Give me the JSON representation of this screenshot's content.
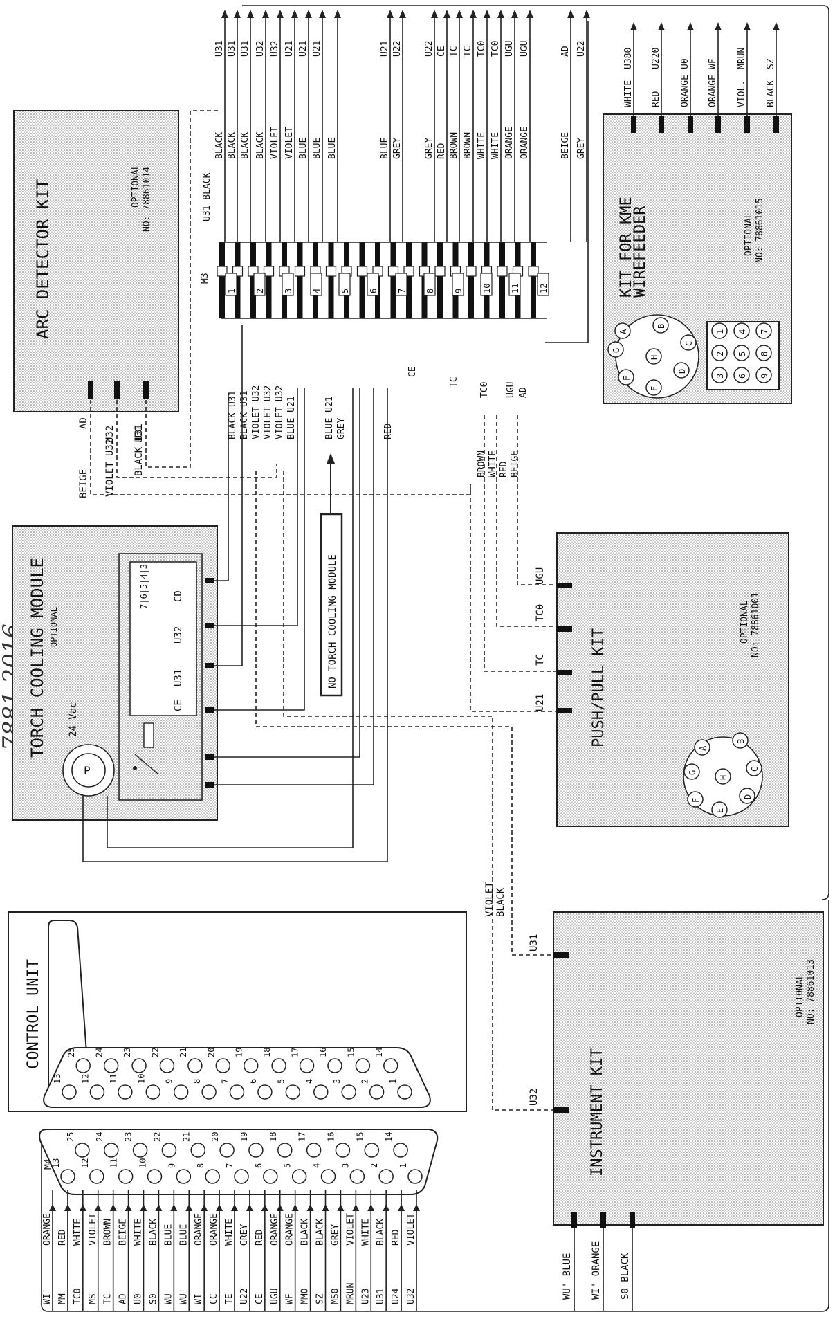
{
  "handwritten_note": "7881 2016",
  "control_unit": {
    "title": "CONTROL UNIT",
    "pins_top": [
      "13",
      "12",
      "11",
      "10",
      "9",
      "8",
      "7",
      "6",
      "5",
      "4",
      "3",
      "2",
      "1"
    ],
    "pins_bottom": [
      "25",
      "24",
      "23",
      "22",
      "21",
      "20",
      "19",
      "18",
      "17",
      "16",
      "15",
      "14"
    ]
  },
  "m4": {
    "label": "M4",
    "pins_top": [
      "13",
      "12",
      "11",
      "10",
      "9",
      "8",
      "7",
      "6",
      "5",
      "4",
      "3",
      "2",
      "1"
    ],
    "pins_bottom": [
      "25",
      "24",
      "23",
      "22",
      "21",
      "20",
      "19",
      "18",
      "17",
      "16",
      "15",
      "14"
    ],
    "wires": [
      {
        "signal": "WI'",
        "color": "ORANGE"
      },
      {
        "signal": "MM",
        "color": "RED"
      },
      {
        "signal": "TC0",
        "color": "WHITE"
      },
      {
        "signal": "MS",
        "color": "VIOLET"
      },
      {
        "signal": "TC",
        "color": "BROWN"
      },
      {
        "signal": "AD",
        "color": "BEIGE"
      },
      {
        "signal": "U0",
        "color": "WHITE"
      },
      {
        "signal": "S0",
        "color": "BLACK"
      },
      {
        "signal": "WU",
        "color": "BLUE"
      },
      {
        "signal": "WU'",
        "color": "BLUE"
      },
      {
        "signal": "WI",
        "color": "ORANGE"
      },
      {
        "signal": "CC",
        "color": "ORANGE"
      },
      {
        "signal": "TE",
        "color": "WHITE"
      },
      {
        "signal": "U22",
        "color": "GREY"
      },
      {
        "signal": "CE",
        "color": "RED"
      },
      {
        "signal": "UGU",
        "color": "ORANGE"
      },
      {
        "signal": "WF",
        "color": "ORANGE"
      },
      {
        "signal": "MM0",
        "color": "BLACK"
      },
      {
        "signal": "SZ",
        "color": "BLACK"
      },
      {
        "signal": "MS0",
        "color": "GREY"
      },
      {
        "signal": "MRUN",
        "color": "VIOLET"
      },
      {
        "signal": "U23",
        "color": "WHITE"
      },
      {
        "signal": "U31",
        "color": "BLACK"
      },
      {
        "signal": "U24",
        "color": "RED"
      },
      {
        "signal": "U32",
        "color": "VIOLET"
      }
    ]
  },
  "arc_detector": {
    "title": "ARC DETECTOR KIT",
    "optional": "OPTIONAL",
    "part_no": "NO: 78861014",
    "terminals": [
      "AD",
      "U32",
      "U31"
    ],
    "wires": [
      "BEIGE",
      "VIOLET U32",
      "BLACK U31"
    ]
  },
  "torch_cooling": {
    "title": "TORCH COOLING MODULE",
    "optional": "OPTIONAL",
    "voltage": "24 Vac",
    "pump": "P",
    "relay_pins": "7|6|5|4|3",
    "signals": [
      "CD",
      "U32",
      "U31",
      "CE"
    ]
  },
  "no_torch_label": "NO TORCH COOLING MODULE",
  "m3": {
    "label": "M3",
    "positions": [
      "1",
      "2",
      "3",
      "4",
      "5",
      "6",
      "7",
      "8",
      "9",
      "10",
      "11",
      "12"
    ],
    "left_labels": [
      "BLACK U31",
      "BLACK U31",
      "VIOLET U32",
      "VIOLET U32",
      "VIOLET U32",
      "BLUE U21",
      "BLUE U21",
      "GREY",
      "RED",
      "CE",
      "TC",
      "TC0",
      "UGU",
      "AD"
    ],
    "right_colors": [
      "BLACK",
      "BLACK",
      "BLACK",
      "BLACK",
      "VIOLET",
      "VIOLET",
      "BLUE",
      "BLUE",
      "BLUE",
      "BLUE",
      "GREY",
      "GREY",
      "RED",
      "BROWN",
      "BROWN",
      "WHITE",
      "WHITE",
      "ORANGE",
      "ORANGE",
      "BEIGE",
      "GREY"
    ],
    "right_signals": [
      "U31",
      "U31",
      "U31",
      "U32",
      "U32",
      "U21",
      "U21",
      "U21",
      "U21",
      "U22",
      "U22",
      "CE",
      "TC",
      "TC",
      "TC0",
      "TC0",
      "UGU",
      "UGU",
      "AD",
      "U22"
    ],
    "u31_black": "U31 BLACK",
    "extra_left": [
      "BROWN",
      "WHITE",
      "RED",
      "BEIGE"
    ]
  },
  "kme_kit": {
    "title": "KIT FOR KME",
    "title2": "WIREFEEDER",
    "optional": "OPTIONAL",
    "part_no": "NO: 78861015",
    "wires": [
      {
        "color": "WHITE",
        "signal": "U380"
      },
      {
        "color": "RED",
        "signal": "U220"
      },
      {
        "color": "ORANGE",
        "signal": "U0"
      },
      {
        "color": "ORANGE",
        "signal": "WF"
      },
      {
        "color": "VIOL.",
        "signal": "MRUN"
      },
      {
        "color": "BLACK",
        "signal": "SZ"
      }
    ],
    "circle_pins": [
      "A",
      "B",
      "C",
      "D",
      "E",
      "F",
      "G",
      "H"
    ],
    "grid_pins": [
      "1",
      "2",
      "3",
      "4",
      "5",
      "6",
      "7",
      "8",
      "9"
    ]
  },
  "push_pull": {
    "title": "PUSH/PULL KIT",
    "optional": "OPTIONAL",
    "part_no": "NO: 78861001",
    "terminals": [
      "UGU",
      "TC0",
      "TC",
      "U21"
    ],
    "circle_pins": [
      "A",
      "B",
      "C",
      "D",
      "E",
      "F",
      "G",
      "H"
    ]
  },
  "instrument_kit": {
    "title": "INSTRUMENT KIT",
    "optional": "OPTIONAL",
    "part_no": "NO: 78861013",
    "terminals": [
      "U31",
      "U32"
    ],
    "side_wires": [
      "VIOLET",
      "BLACK"
    ],
    "bottom_wires": [
      "WU' BLUE",
      "WI' ORANGE",
      "S0 BLACK"
    ]
  }
}
